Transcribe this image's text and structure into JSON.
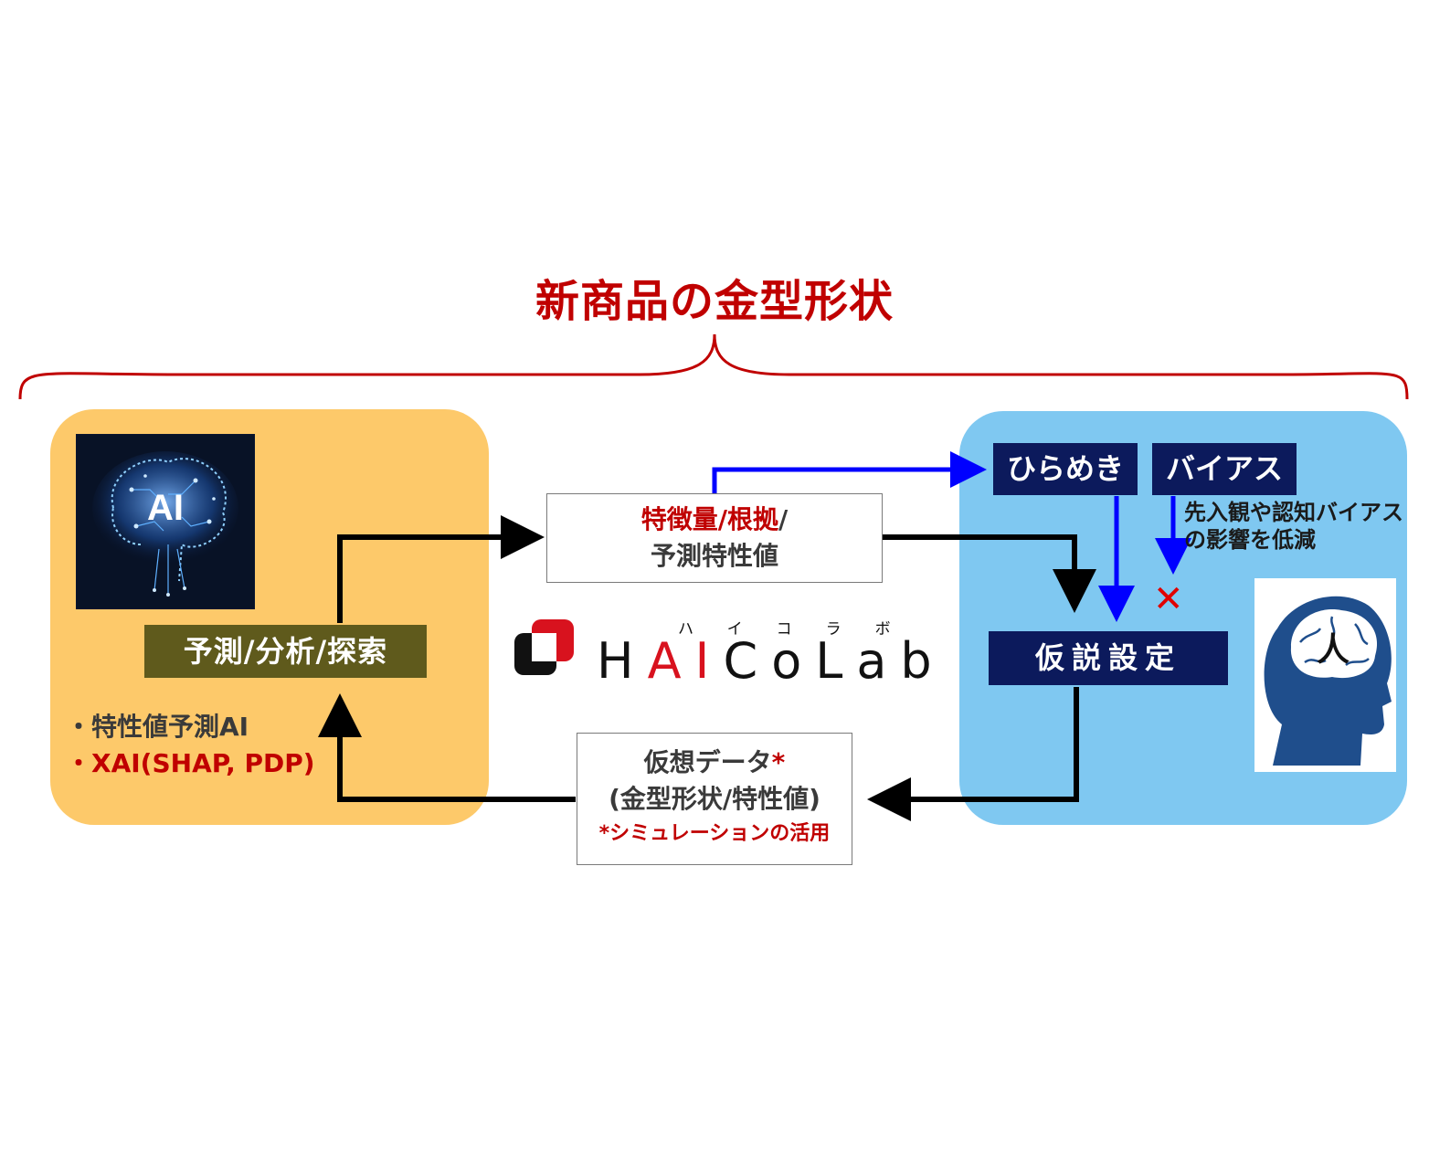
{
  "title": "新商品の金型形状",
  "ai_panel": {
    "image_label": "AI",
    "method_label": "予測/分析/探索",
    "bullets": [
      "・特性値予測AI",
      "・XAI(SHAP, PDP)"
    ]
  },
  "feature_box": {
    "line1_red": "特徴量/根拠",
    "line1_dark": "/",
    "line2": "予測特性値"
  },
  "virtual_box": {
    "line1_dark": "仮想データ",
    "line1_red": "*",
    "line2": "(金型形状/特性値)",
    "note": "*シミュレーションの活用"
  },
  "human_panel": {
    "hirameki": "ひらめき",
    "bias": "バイアス",
    "bias_note_line1": "先入観や認知バイアス",
    "bias_note_line2": "の影響を低減",
    "block_mark": "✕",
    "hypothesis": "仮説設定",
    "head_label": "人"
  },
  "logo": {
    "word_prefix": "H",
    "word_ai": "AI",
    "word_suffix": "CoLab",
    "kana": "ハイコラボ"
  },
  "colors": {
    "title_red": "#c00000",
    "ai_panel": "#fdc96a",
    "human_panel": "#7fc8f1",
    "navy": "#0c1a5c",
    "olive": "#5f5a1c",
    "blue_arrow": "#0000ff"
  }
}
